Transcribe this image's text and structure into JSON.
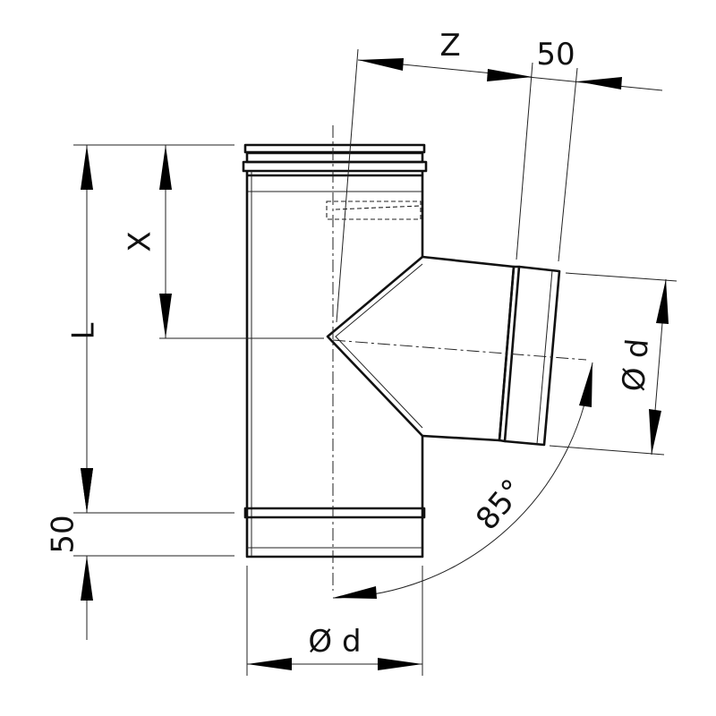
{
  "figure": {
    "labels": {
      "z": "Z",
      "top_offset": "50",
      "x": "X",
      "l": "L",
      "bottom_offset": "50",
      "diameter_bottom": "Ø d",
      "diameter_branch": "Ø d",
      "angle": "85°"
    }
  }
}
